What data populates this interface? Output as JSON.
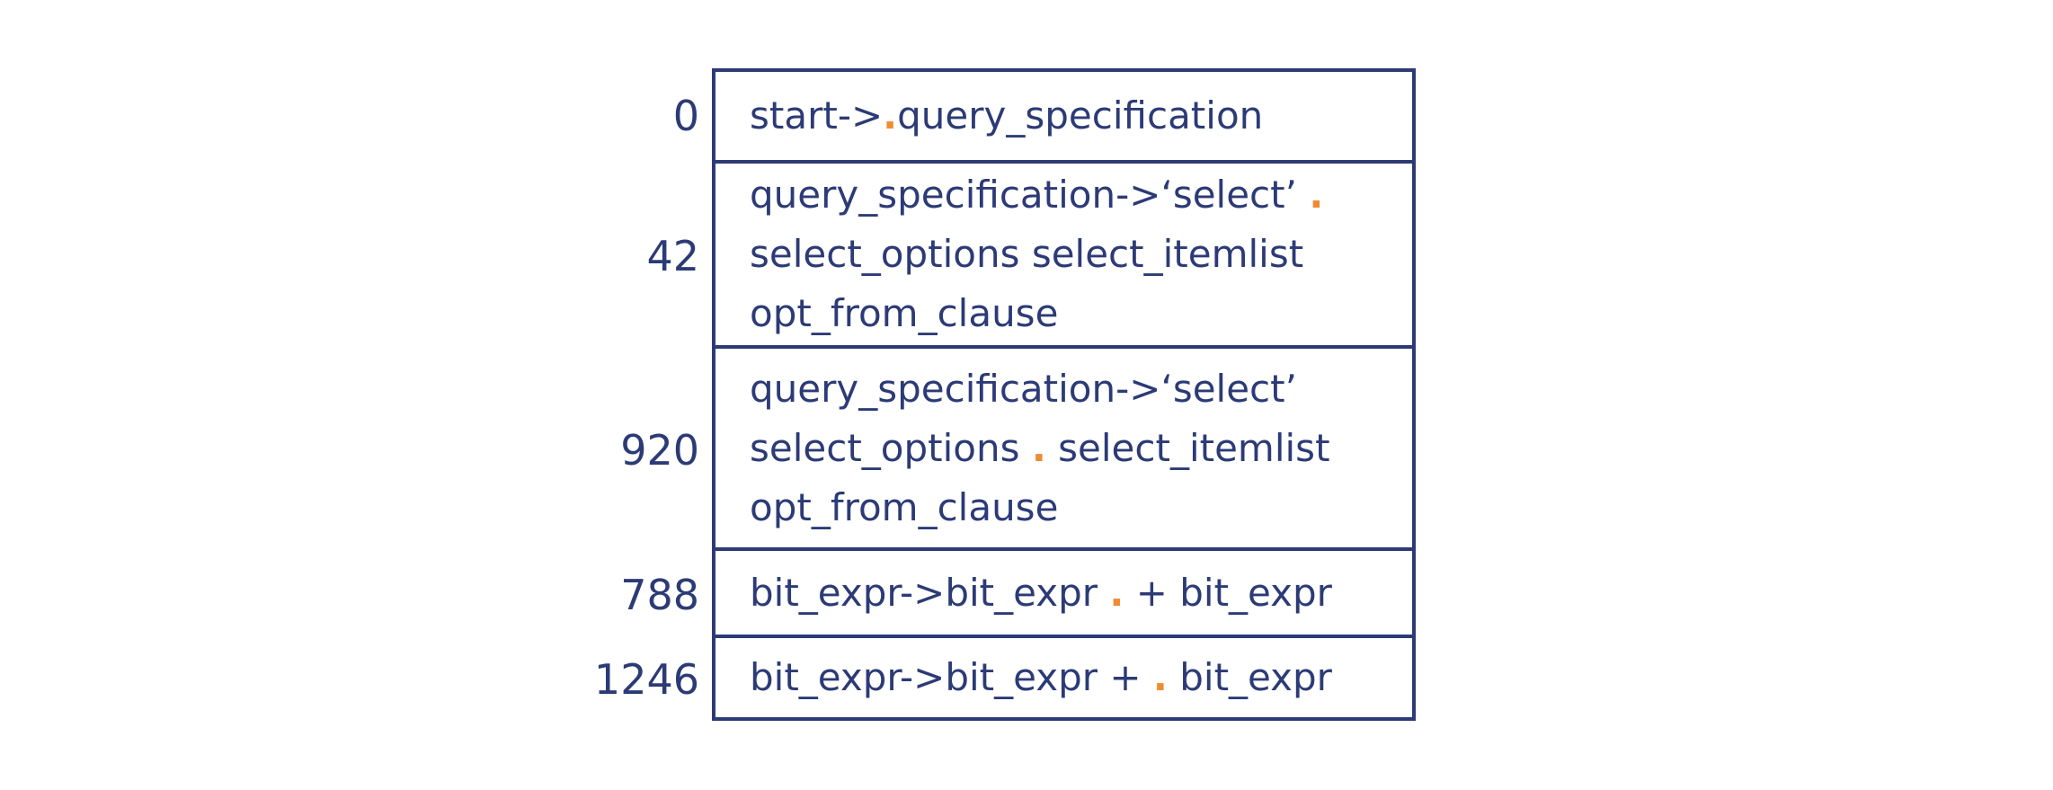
{
  "colors": {
    "text_navy": "#2c3b76",
    "border_navy": "#2c3b76",
    "dot_orange": "#ef8b33",
    "background": "#ffffff"
  },
  "diagram": {
    "kind": "lr-parser-item-sets",
    "rows": [
      {
        "state": "0",
        "lines": [
          [
            {
              "t": "start->",
              "c": "navy"
            },
            {
              "t": ".",
              "c": "orange"
            },
            {
              "t": "query_specification",
              "c": "navy"
            }
          ]
        ]
      },
      {
        "state": "42",
        "lines": [
          [
            {
              "t": "query_specification->‘select’ ",
              "c": "navy"
            },
            {
              "t": ".",
              "c": "orange"
            }
          ],
          [
            {
              "t": "select_options select_itemlist",
              "c": "navy"
            }
          ],
          [
            {
              "t": "opt_from_clause",
              "c": "navy"
            }
          ]
        ]
      },
      {
        "state": "920",
        "lines": [
          [
            {
              "t": "query_specification->‘select’",
              "c": "navy"
            }
          ],
          [
            {
              "t": "select_options ",
              "c": "navy"
            },
            {
              "t": ".",
              "c": "orange"
            },
            {
              "t": " select_itemlist",
              "c": "navy"
            }
          ],
          [
            {
              "t": "opt_from_clause",
              "c": "navy"
            }
          ]
        ]
      },
      {
        "state": "788",
        "lines": [
          [
            {
              "t": "bit_expr->bit_expr ",
              "c": "navy"
            },
            {
              "t": ".",
              "c": "orange"
            },
            {
              "t": " + bit_expr",
              "c": "navy"
            }
          ]
        ]
      },
      {
        "state": "1246",
        "lines": [
          [
            {
              "t": "bit_expr->bit_expr + ",
              "c": "navy"
            },
            {
              "t": ".",
              "c": "orange"
            },
            {
              "t": " bit_expr",
              "c": "navy"
            }
          ]
        ]
      }
    ]
  }
}
